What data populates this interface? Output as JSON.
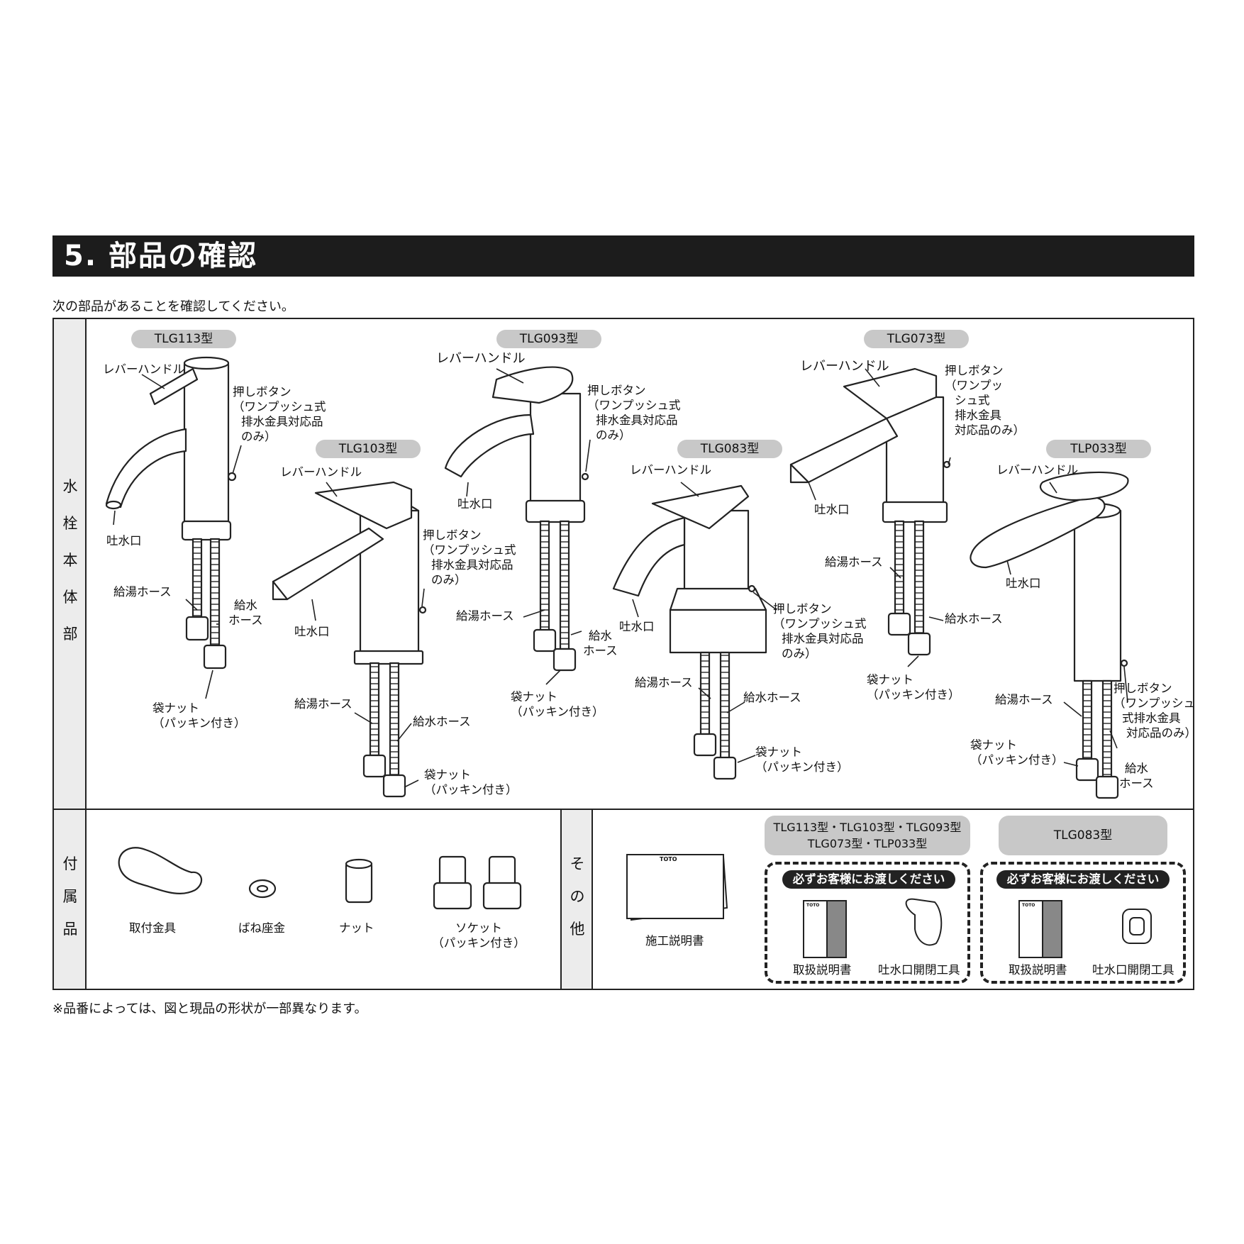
{
  "section": {
    "title": "5. 部品の確認",
    "intro": "次の部品があることを確認してください。",
    "note": "※品番によっては、図と現品の形状が一部異なります。"
  },
  "rows": {
    "body_label": [
      "水",
      "栓",
      "本",
      "体",
      "部"
    ],
    "acc_label": [
      "付",
      "属",
      "品"
    ],
    "other_label": [
      "そ",
      "の",
      "他"
    ]
  },
  "models": {
    "tlg113": {
      "name": "TLG113型",
      "lever": "レバーハンドル",
      "button": [
        "押しボタン",
        "（ワンプッシュ式",
        "排水金具対応品",
        "のみ）"
      ],
      "spout": "吐水口",
      "hot_hose": "給湯ホース",
      "cold_hose": [
        "給水",
        "ホース"
      ],
      "nut": [
        "袋ナット",
        "（パッキン付き）"
      ]
    },
    "tlg103": {
      "name": "TLG103型",
      "lever": "レバーハンドル",
      "button": [
        "押しボタン",
        "（ワンプッシュ式",
        "排水金具対応品",
        "のみ）"
      ],
      "spout": "吐水口",
      "hot_hose": "給湯ホース",
      "cold_hose": "給水ホース",
      "nut": [
        "袋ナット",
        "（パッキン付き）"
      ]
    },
    "tlg093": {
      "name": "TLG093型",
      "lever": "レバーハンドル",
      "button": [
        "押しボタン",
        "（ワンプッシュ式",
        "排水金具対応品",
        "のみ）"
      ],
      "spout": "吐水口",
      "hot_hose": "給湯ホース",
      "cold_hose": [
        "給水",
        "ホース"
      ],
      "nut": [
        "袋ナット",
        "（パッキン付き）"
      ]
    },
    "tlg083": {
      "name": "TLG083型",
      "lever": "レバーハンドル",
      "button": [
        "押しボタン",
        "（ワンプッシュ式",
        "排水金具対応品",
        "のみ）"
      ],
      "spout": "吐水口",
      "hot_hose": "給湯ホース",
      "cold_hose": "給水ホース",
      "nut": [
        "袋ナット",
        "（パッキン付き）"
      ]
    },
    "tlg073": {
      "name": "TLG073型",
      "lever": "レバーハンドル",
      "button": [
        "押しボタン",
        "（ワンプッ",
        "シュ式",
        "排水金具",
        "対応品のみ）"
      ],
      "spout": "吐水口",
      "hot_hose": "給湯ホース",
      "cold_hose": "給水ホース",
      "nut": [
        "袋ナット",
        "（パッキン付き）"
      ]
    },
    "tlp033": {
      "name": "TLP033型",
      "lever": "レバーハンドル",
      "button": [
        "押しボタン",
        "（ワンプッシュ",
        "式排水金具",
        "対応品のみ）"
      ],
      "spout": "吐水口",
      "hot_hose": "給湯ホース",
      "cold_hose": [
        "給水",
        "ホース"
      ],
      "nut": [
        "袋ナット",
        "（パッキン付き）"
      ]
    }
  },
  "accessories": {
    "bracket": "取付金具",
    "washer": "ばね座金",
    "nut": "ナット",
    "socket": [
      "ソケット",
      "（パッキン付き）"
    ]
  },
  "others": {
    "install_manual": "施工説明書",
    "brand": "TOTO",
    "group_a": [
      "TLG113型・TLG103型・TLG093型",
      "TLG073型・TLP033型"
    ],
    "group_b": "TLG083型",
    "handover": "必ずお客様にお渡しください",
    "user_manual": "取扱説明書",
    "spout_tool": "吐水口開閉工具"
  }
}
